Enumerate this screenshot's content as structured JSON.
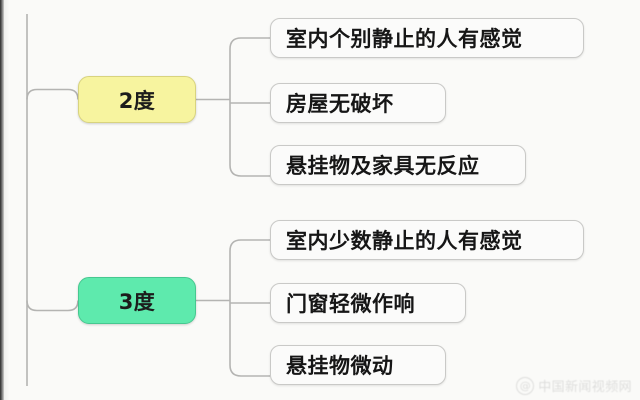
{
  "diagram": {
    "type": "mind-map",
    "background_color": "#fafaf8",
    "branches": [
      {
        "node_label": "2度",
        "node_color": "#f7f49f",
        "leaves": [
          "室内个别静止的人有感觉",
          "房屋无破坏",
          "悬挂物及家具无反应"
        ]
      },
      {
        "node_label": "3度",
        "node_color": "#5eeaad",
        "leaves": [
          "室内少数静止的人有感觉",
          "门窗轻微作响",
          "悬挂物微动"
        ]
      }
    ]
  },
  "watermark": {
    "logo": "weibo-at-icon",
    "text": "中国新闻视频网"
  }
}
